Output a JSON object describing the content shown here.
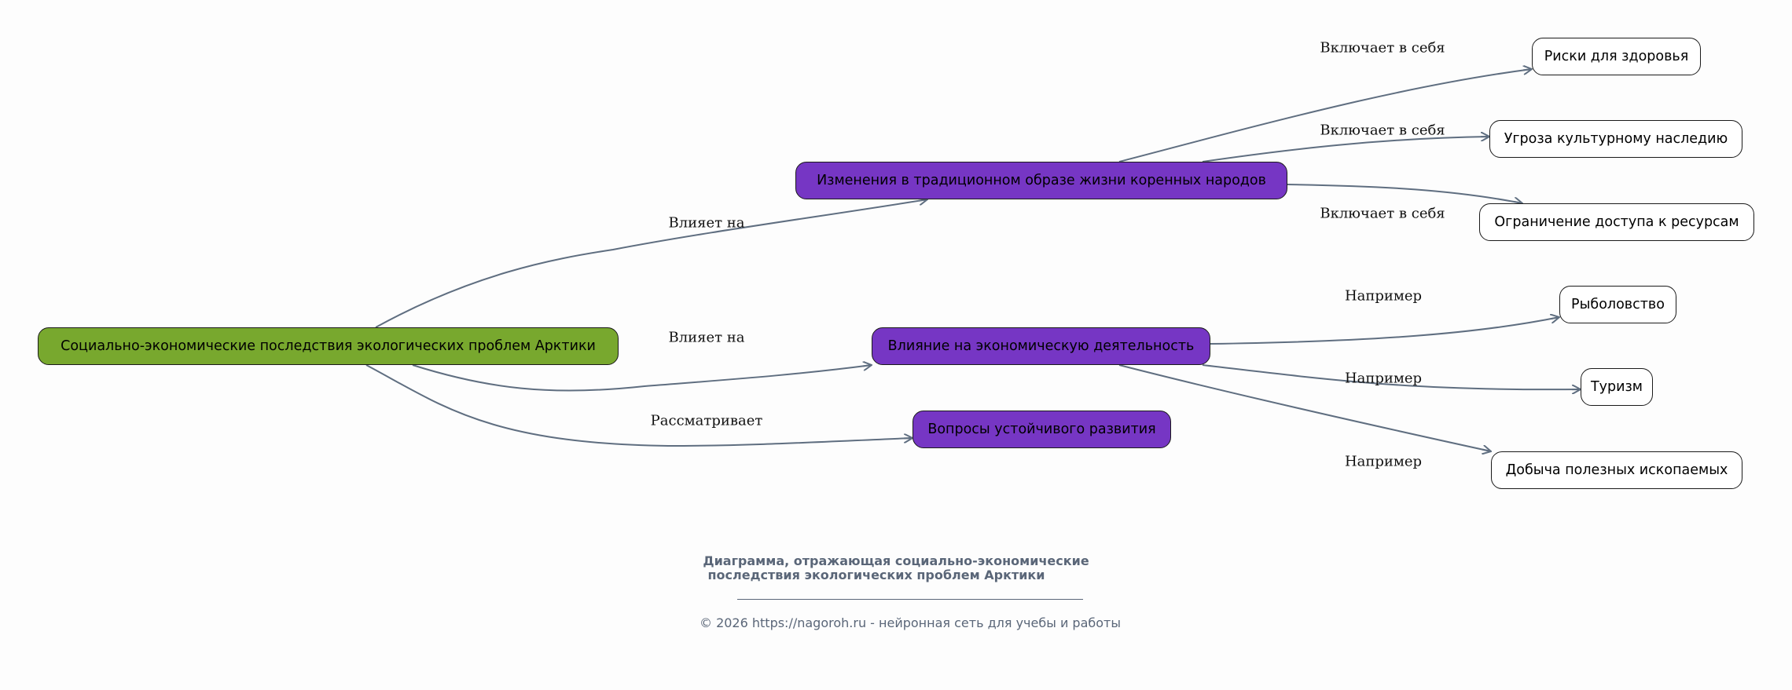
{
  "diagram": {
    "nodes": {
      "root": {
        "label": "Социально-экономические последствия экологических проблем Арктики",
        "color": "#78a82e"
      },
      "traditional": {
        "label": "Изменения в традиционном образе жизни коренных народов",
        "color": "#7636c4"
      },
      "economic": {
        "label": "Влияние на экономическую деятельность",
        "color": "#7636c4"
      },
      "sustainable": {
        "label": "Вопросы устойчивого развития",
        "color": "#7636c4"
      },
      "health": {
        "label": "Риски для здоровья",
        "color": "#ffffff"
      },
      "heritage": {
        "label": "Угроза культурному наследию",
        "color": "#ffffff"
      },
      "resources": {
        "label": "Ограничение доступа к ресурсам",
        "color": "#ffffff"
      },
      "fishing": {
        "label": "Рыболовство",
        "color": "#ffffff"
      },
      "tourism": {
        "label": "Туризм",
        "color": "#ffffff"
      },
      "mining": {
        "label": "Добыча полезных ископаемых",
        "color": "#ffffff"
      }
    },
    "edges": [
      {
        "from": "root",
        "to": "traditional",
        "label": "Влияет на"
      },
      {
        "from": "root",
        "to": "economic",
        "label": "Влияет на"
      },
      {
        "from": "root",
        "to": "sustainable",
        "label": "Рассматривает"
      },
      {
        "from": "traditional",
        "to": "health",
        "label": "Включает в себя"
      },
      {
        "from": "traditional",
        "to": "heritage",
        "label": "Включает в себя"
      },
      {
        "from": "traditional",
        "to": "resources",
        "label": "Включает в себя"
      },
      {
        "from": "economic",
        "to": "fishing",
        "label": "Например"
      },
      {
        "from": "economic",
        "to": "tourism",
        "label": "Например"
      },
      {
        "from": "economic",
        "to": "mining",
        "label": "Например"
      }
    ],
    "edge_color": "#5f6e80"
  },
  "footer": {
    "title_line1": "Диаграмма, отражающая социально-экономические",
    "title_line2": "последствия экологических проблем Арктики",
    "copyright": "© 2026 https://nagoroh.ru - нейронная сеть для учебы и работы"
  }
}
